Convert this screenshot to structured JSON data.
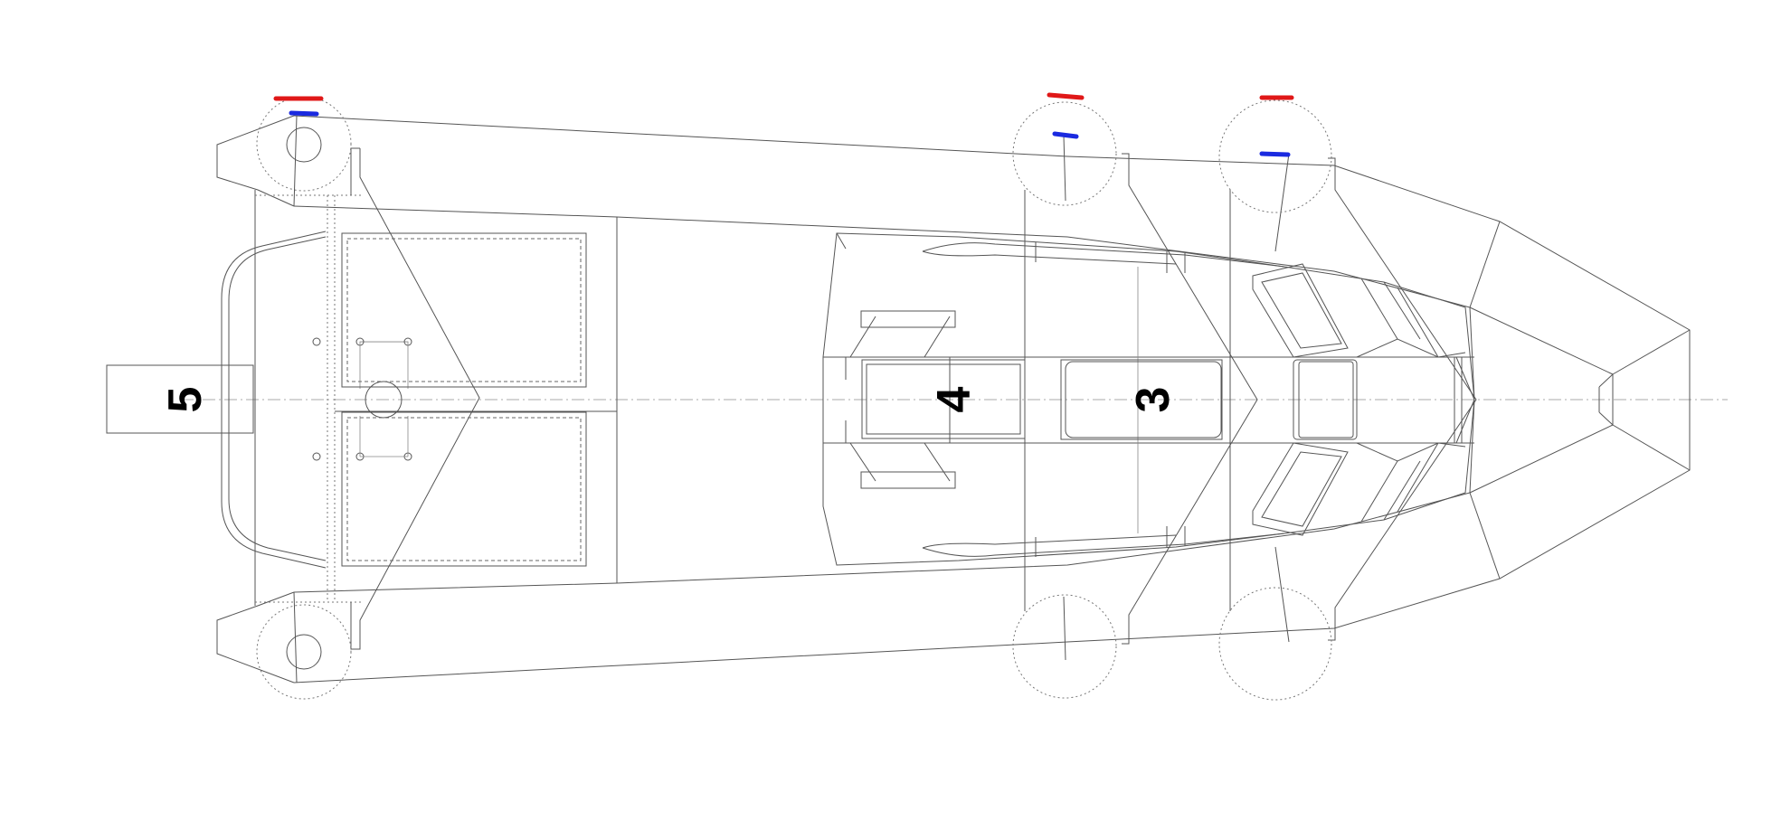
{
  "labels": {
    "wheel_group_5": "5",
    "wheel_group_4": "4",
    "wheel_group_3": "3"
  },
  "colors": {
    "marker_red": "#e01818",
    "marker_blue": "#1a2ae0",
    "line": "#555555"
  }
}
